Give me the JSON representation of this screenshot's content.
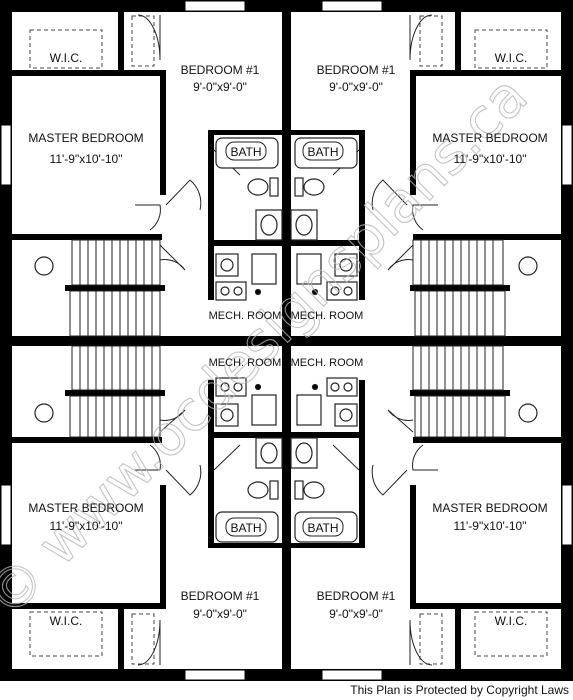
{
  "rooms": {
    "wic": "W.I.C.",
    "bedroom1": "BEDROOM #1",
    "bedroom1_size": "9'-0\"x9'-0\"",
    "master": "MASTER BEDROOM",
    "master_size": "11'-9\"x10'-10\"",
    "bath": "BATH",
    "mech": "MECH. ROOM"
  },
  "watermark": "© www.ocdesignsplans.ca",
  "footer": "This Plan is Protected by Copyright Laws",
  "colors": {
    "wall": "#000000",
    "line": "#222222",
    "watermark": "#bfbfbf",
    "background": "#ffffff"
  }
}
